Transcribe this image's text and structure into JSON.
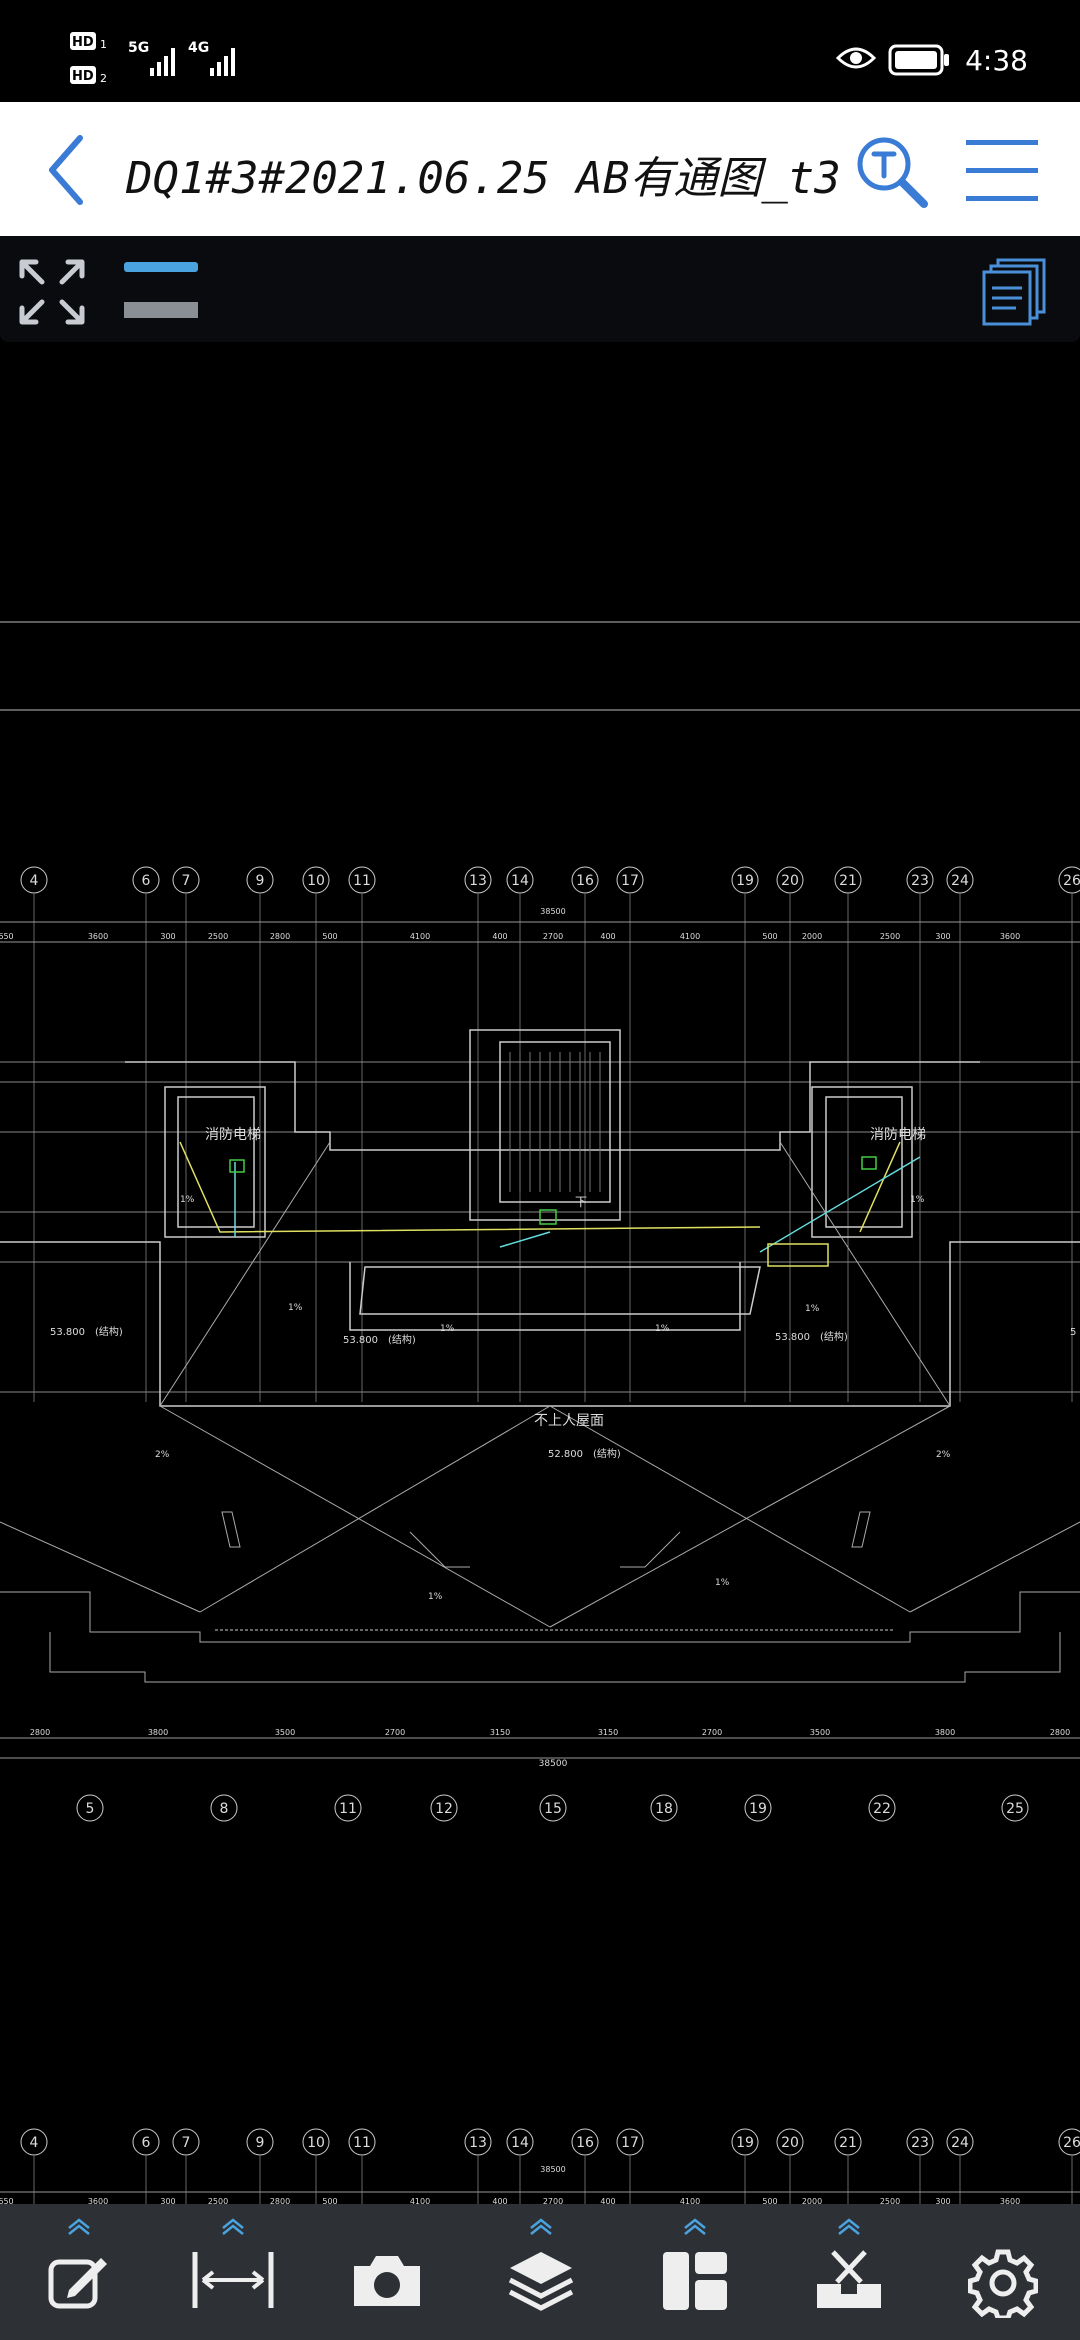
{
  "status_bar": {
    "sim1_label": "HD",
    "sim1_index": "1",
    "sim2_label": "HD",
    "sim2_index": "2",
    "network1": "5G",
    "network2": "4G",
    "time": "4:38",
    "eye_icon": "eye-icon",
    "battery_icon": "battery-icon"
  },
  "title_bar": {
    "title": "DQ1#3#2021.06.25 AB有通图_t3",
    "back_icon": "chevron-left-icon",
    "search_icon": "text-search-icon",
    "menu_icon": "hamburger-menu-icon",
    "accent_color": "#3a7bd5"
  },
  "drawing": {
    "axis_labels_top": [
      "4",
      "6",
      "7",
      "9",
      "10",
      "11",
      "13",
      "14",
      "16",
      "17",
      "19",
      "20",
      "21",
      "23",
      "24",
      "26"
    ],
    "dims_top": [
      "650",
      "3600",
      "300",
      "2500",
      "2800",
      "500",
      "4100",
      "400",
      "2700",
      "400",
      "4100",
      "500",
      "2000",
      "2500",
      "300",
      "3600"
    ],
    "overall_top": "38500",
    "room_left": "消防电梯",
    "room_right": "消防电梯",
    "slopes": [
      "1%",
      "1%",
      "1%",
      "1%",
      "1%",
      "1%",
      "2%",
      "2%",
      "1%",
      "1%"
    ],
    "elev_left": "53.800",
    "elev_left_note": "(结构)",
    "elev_mid_left": "53.800",
    "elev_mid_left_note": "(结构)",
    "elev_mid_right": "53.800",
    "elev_mid_right_note": "(结构)",
    "elev_right_partial": "5",
    "roof_label": "不上人屋面",
    "elev_roof": "52.800",
    "elev_roof_note": "(结构)",
    "down_label": "下",
    "dims_bottom": [
      "2800",
      "3800",
      "3500",
      "2700",
      "3150",
      "3150",
      "2700",
      "3500",
      "3800",
      "2800"
    ],
    "overall_bottom": "38500",
    "axis_labels_bottom": [
      "5",
      "8",
      "11",
      "12",
      "15",
      "18",
      "19",
      "22",
      "25"
    ],
    "axis_labels_repeat": [
      "4",
      "6",
      "7",
      "9",
      "10",
      "11",
      "13",
      "14",
      "16",
      "17",
      "19",
      "20",
      "21",
      "23",
      "24",
      "26"
    ],
    "dims_repeat": [
      "650",
      "3600",
      "300",
      "2500",
      "2800",
      "500",
      "4100",
      "400",
      "2700",
      "400",
      "4100",
      "500",
      "2000",
      "2500",
      "300",
      "3600"
    ],
    "overall_repeat": "38500"
  },
  "bottom_toolbar": {
    "tools": [
      "edit-icon",
      "measure-icon",
      "camera-icon",
      "layers-icon",
      "layout-icon",
      "toolbox-icon",
      "settings-icon"
    ]
  }
}
